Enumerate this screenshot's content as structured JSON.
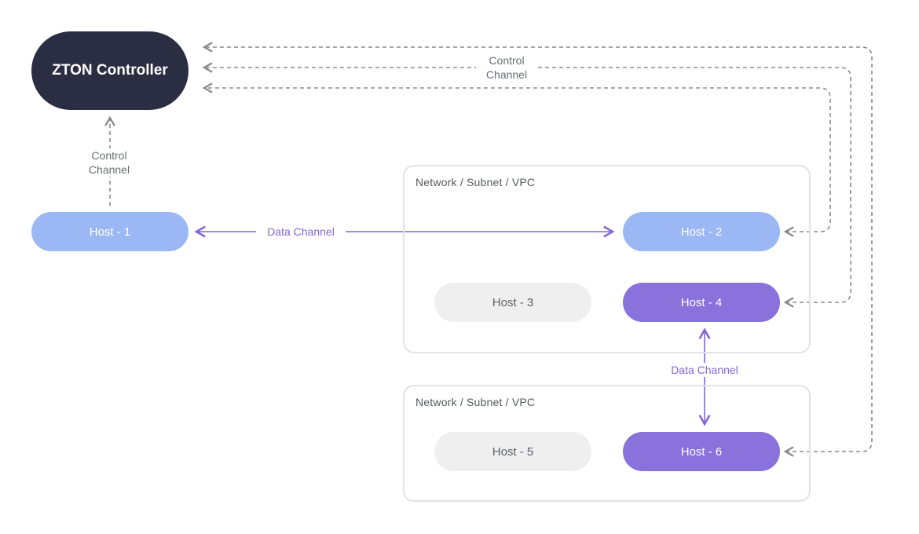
{
  "controller": {
    "label": "ZTON Controller"
  },
  "networks": [
    {
      "label": "Network / Subnet / VPC"
    },
    {
      "label": "Network / Subnet / VPC"
    }
  ],
  "hosts": [
    {
      "label": "Host - 1"
    },
    {
      "label": "Host - 2"
    },
    {
      "label": "Host - 3"
    },
    {
      "label": "Host - 4"
    },
    {
      "label": "Host - 5"
    },
    {
      "label": "Host - 6"
    }
  ],
  "channels": {
    "control_line1": "Control",
    "control_line2": "Channel",
    "data": "Data Channel"
  },
  "colors": {
    "controller": "#2b2d42",
    "host_light": "#9cb8f4",
    "host_active": "#8a72dc",
    "host_idle": "#efefef",
    "data_channel": "#8467d6",
    "control_channel": "#8a8a8a"
  }
}
